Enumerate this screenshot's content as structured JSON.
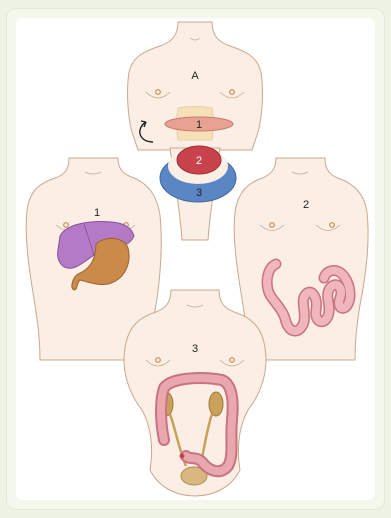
{
  "labels": {
    "figure_a": "A",
    "zone_1": "1",
    "zone_2": "2",
    "zone_3": "3",
    "panel_1": "1",
    "panel_2": "2",
    "panel_3": "3"
  },
  "colors": {
    "skin": "#fbeee4",
    "outline": "#c9a88e",
    "zone_1": "#e8a293",
    "zone_2": "#c9434c",
    "zone_3": "#5b86c4",
    "liver": "#b57ac6",
    "stomach": "#c98a4a",
    "small_intestine": "#e79ba5",
    "colon": "#e0a0a0",
    "kidney": "#c9a15a",
    "bladder": "#d9b880"
  }
}
